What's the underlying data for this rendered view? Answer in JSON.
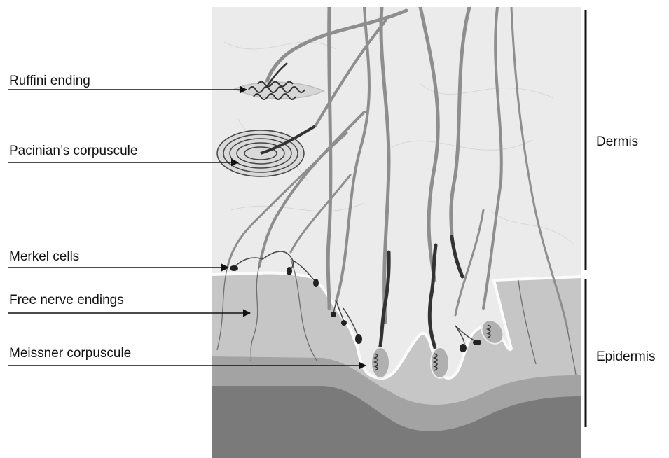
{
  "labels": {
    "ruffini": "Ruffini ending",
    "pacinian": "Pacinian’s corpuscule",
    "merkel": "Merkel cells",
    "free_nerve": "Free nerve endings",
    "meissner": "Meissner corpuscule"
  },
  "layers": {
    "dermis": "Dermis",
    "epidermis": "Epidermis"
  },
  "colors": {
    "dermis_fill": "#ebebeb",
    "epidermis_fill": "#c6c6c6",
    "basal_layer": "#9a9a9a",
    "outer_layer": "#7a7a7a",
    "nerve_fiber": "#8e8e8e",
    "nerve_ending": "#333333"
  }
}
